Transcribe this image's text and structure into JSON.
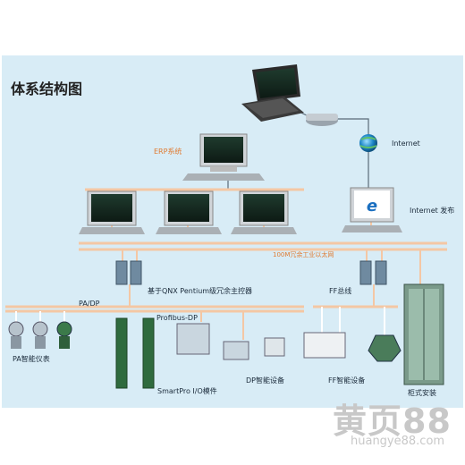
{
  "title": "体系结构图",
  "labels": {
    "erp": "ERP系统",
    "internet": "Internet",
    "internet_publish": "Internet 发布",
    "ethernet": "100M冗余工业以太网",
    "controller": "基于QNX Pentium级冗余主控器",
    "ff_bus": "FF总线",
    "pa_dp": "PA/DP",
    "profibus": "Profibus-DP",
    "pa_instruments": "PA智能仪表",
    "smartpro": "SmartPro I/O模件",
    "dp_devices": "DP智能设备",
    "ff_devices": "FF智能设备",
    "cabinet": "柜式安装"
  },
  "watermark": {
    "logo": "黄页88",
    "url": "huangye88.com"
  },
  "colors": {
    "panel": "#d8ecf6",
    "bus": "#f4c7a4",
    "line": "#5a6a78",
    "accent": "#e07a30"
  }
}
